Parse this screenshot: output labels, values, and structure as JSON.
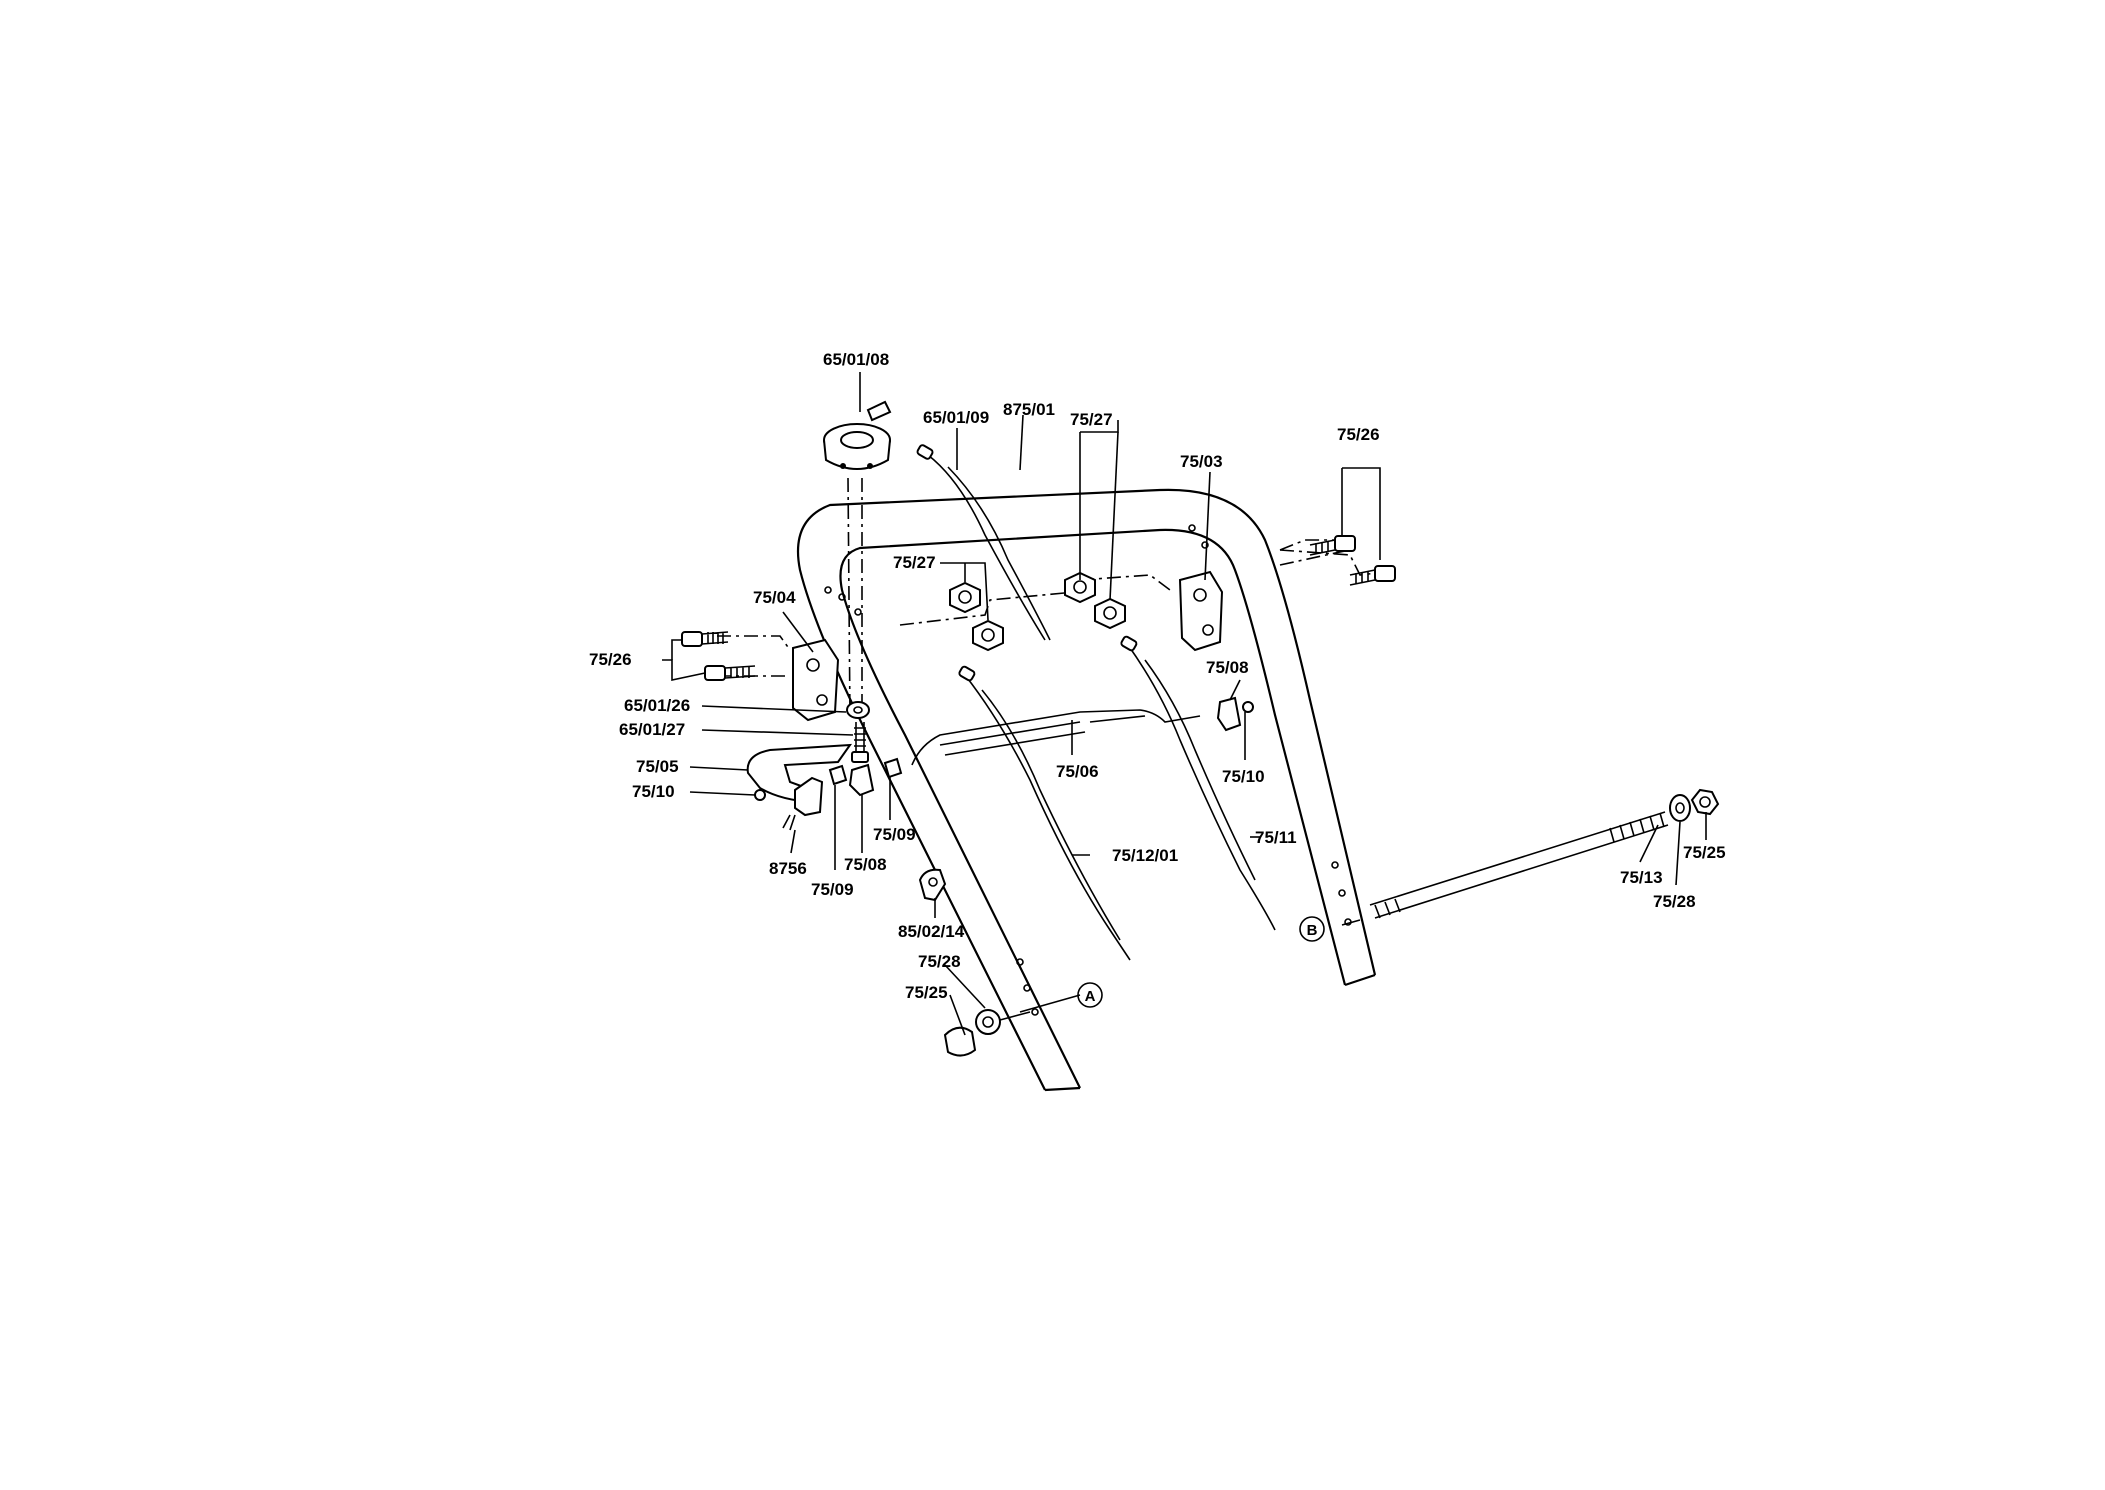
{
  "diagram": {
    "labels": {
      "l_650108": "65/01/08",
      "l_650109": "65/01/09",
      "l_87501": "875/01",
      "l_7527_top": "75/27",
      "l_7503": "75/03",
      "l_7526_right": "75/26",
      "l_7527_mid": "75/27",
      "l_7504": "75/04",
      "l_7526_left": "75/26",
      "l_650126": "65/01/26",
      "l_650127": "65/01/27",
      "l_7505": "75/05",
      "l_7510_left": "75/10",
      "l_8756": "8756",
      "l_7509_bottom": "75/09",
      "l_7508_bottom": "75/08",
      "l_7509_right": "75/09",
      "l_7506": "75/06",
      "l_7508_right": "75/08",
      "l_7510_right": "75/10",
      "l_751201": "75/12/01",
      "l_7511": "75/11",
      "l_750214": "85/02/14",
      "l_7528_bottom": "75/28",
      "l_7525_bottom": "75/25",
      "l_7513": "75/13",
      "l_7528_right": "75/28",
      "l_7525_right": "75/25"
    },
    "markers": {
      "marker_a": "A",
      "marker_b": "B"
    }
  }
}
